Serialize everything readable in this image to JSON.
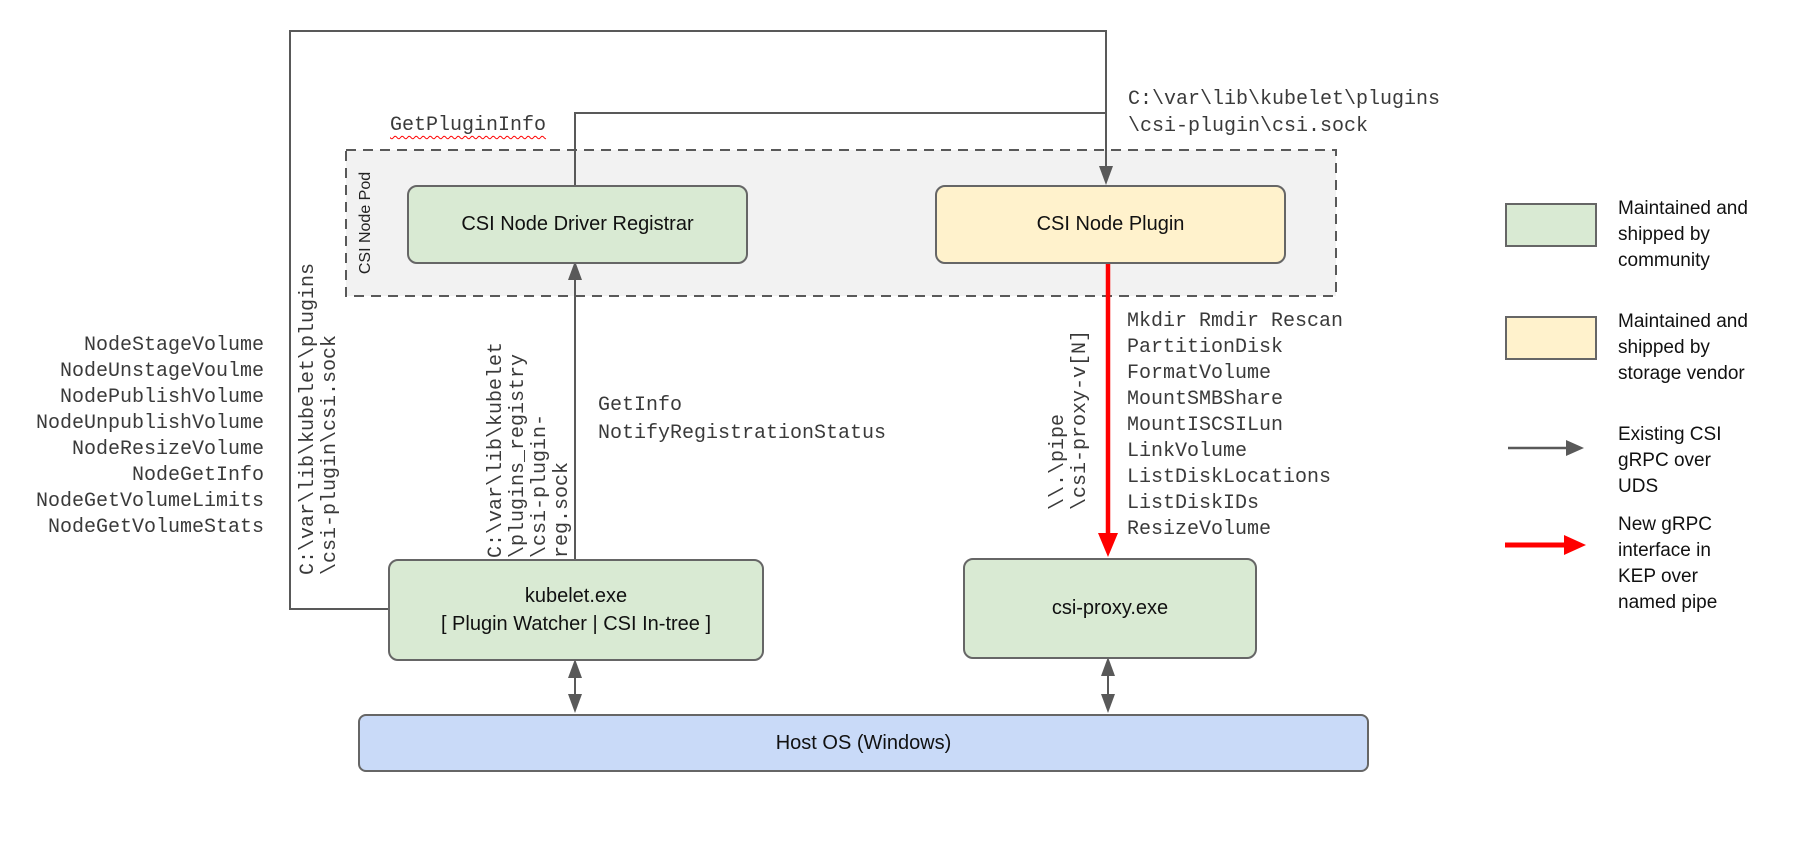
{
  "nodes": {
    "pod": "CSI Node Pod",
    "registrar": "CSI Node Driver Registrar",
    "plugin": "CSI Node Plugin",
    "kubelet_title": "kubelet.exe",
    "kubelet_subtitle": "[ Plugin Watcher | CSI In-tree ]",
    "proxy": "csi-proxy.exe",
    "host": "Host OS (Windows)"
  },
  "labels": {
    "get_plugin_info": "GetPluginInfo",
    "plugin_sock": {
      "l1": "C:\\var\\lib\\kubelet\\plugins",
      "l2": "\\csi-plugin\\csi.sock"
    },
    "kubelet_plugin_sock_rotated": {
      "l1": "C:\\var\\lib\\kubelet\\plugins",
      "l2": "\\csi-plugin\\csi.sock"
    },
    "registry_sock_rotated": {
      "l1": "C:\\var\\lib\\kubelet",
      "l2": "\\plugins_registry",
      "l3": "\\csi-plugin-reg.sock"
    },
    "registration_calls": {
      "l1": "GetInfo",
      "l2": "NotifyRegistrationStatus"
    },
    "named_pipe_rotated": {
      "l1": "\\\\.\\pipe",
      "l2": "\\csi-proxy-v[N]"
    }
  },
  "node_methods": [
    "NodeStageVolume",
    "NodeUnstageVoulme",
    "NodePublishVolume",
    "NodeUnpublishVolume",
    "NodeResizeVolume",
    "NodeGetInfo",
    "NodeGetVolumeLimits",
    "NodeGetVolumeStats"
  ],
  "proxy_methods": [
    "Mkdir Rmdir Rescan",
    "PartitionDisk",
    "FormatVolume",
    "MountSMBShare",
    "MountISCSILun",
    "LinkVolume",
    "ListDiskLocations",
    "ListDiskIDs",
    "ResizeVolume"
  ],
  "legend": {
    "community": "Maintained and\nshipped by\ncommunity",
    "vendor": "Maintained and\nshipped by\nstorage vendor",
    "uds": "Existing CSI\ngRPC over\nUDS",
    "pipe": "New gRPC\ninterface in\nKEP over\nnamed pipe"
  },
  "colors": {
    "community_fill": "#d9ead3",
    "vendor_fill": "#fff2cc",
    "host_fill": "#c9daf8",
    "pod_fill": "#f2f2f2",
    "border": "#666666",
    "line": "#595959",
    "new_interface": "#ff0000"
  }
}
